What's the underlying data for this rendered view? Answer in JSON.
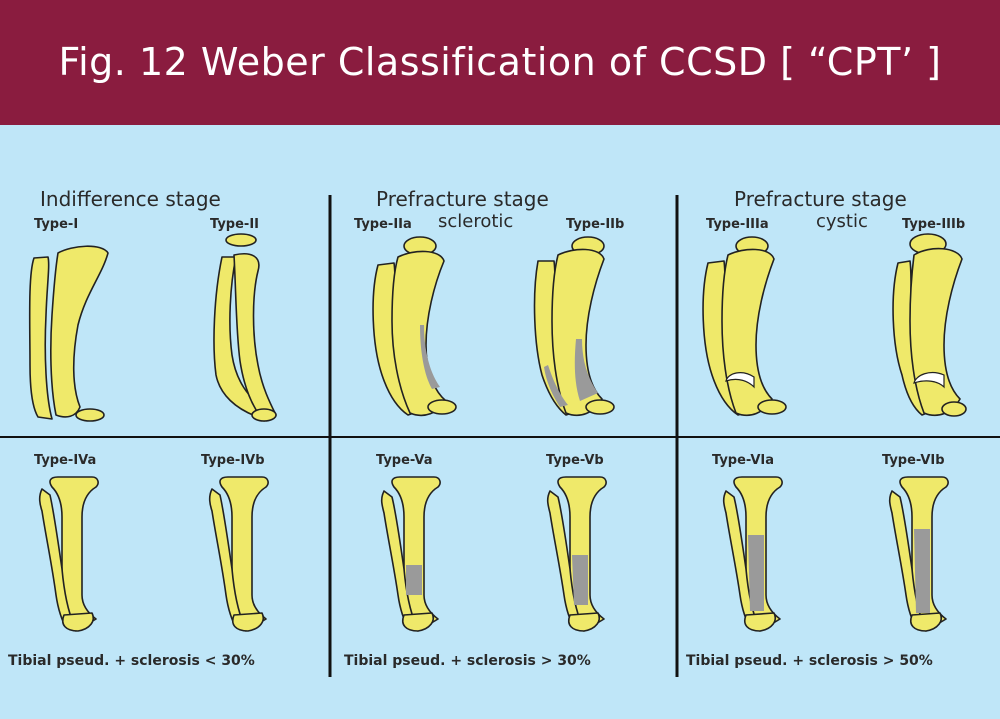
{
  "title": "Fig. 12 Weber Classification of CCSD [ “CPT’ ]",
  "colors": {
    "banner": "#8a1c3f",
    "background": "#bfe6f8",
    "bone": "#efe96a",
    "sclerosis": "#9a9a9a",
    "outline": "#222222"
  },
  "top_row": {
    "stages": [
      "Indifference stage",
      "Prefracture stage",
      "Prefracture stage"
    ],
    "subtitles": [
      "sclerotic",
      "cystic"
    ],
    "types": [
      "Type-I",
      "Type-II",
      "Type-IIa",
      "Type-IIb",
      "Type-IIIa",
      "Type-IIIb"
    ]
  },
  "bottom_row": {
    "types": [
      "Type-IVa",
      "Type-IVb",
      "Type-Va",
      "Type-Vb",
      "Type-VIa",
      "Type-VIb"
    ],
    "captions": [
      "Tibial pseud. + sclerosis < 30%",
      "Tibial pseud. + sclerosis > 30%",
      "Tibial pseud. + sclerosis > 50%"
    ]
  }
}
